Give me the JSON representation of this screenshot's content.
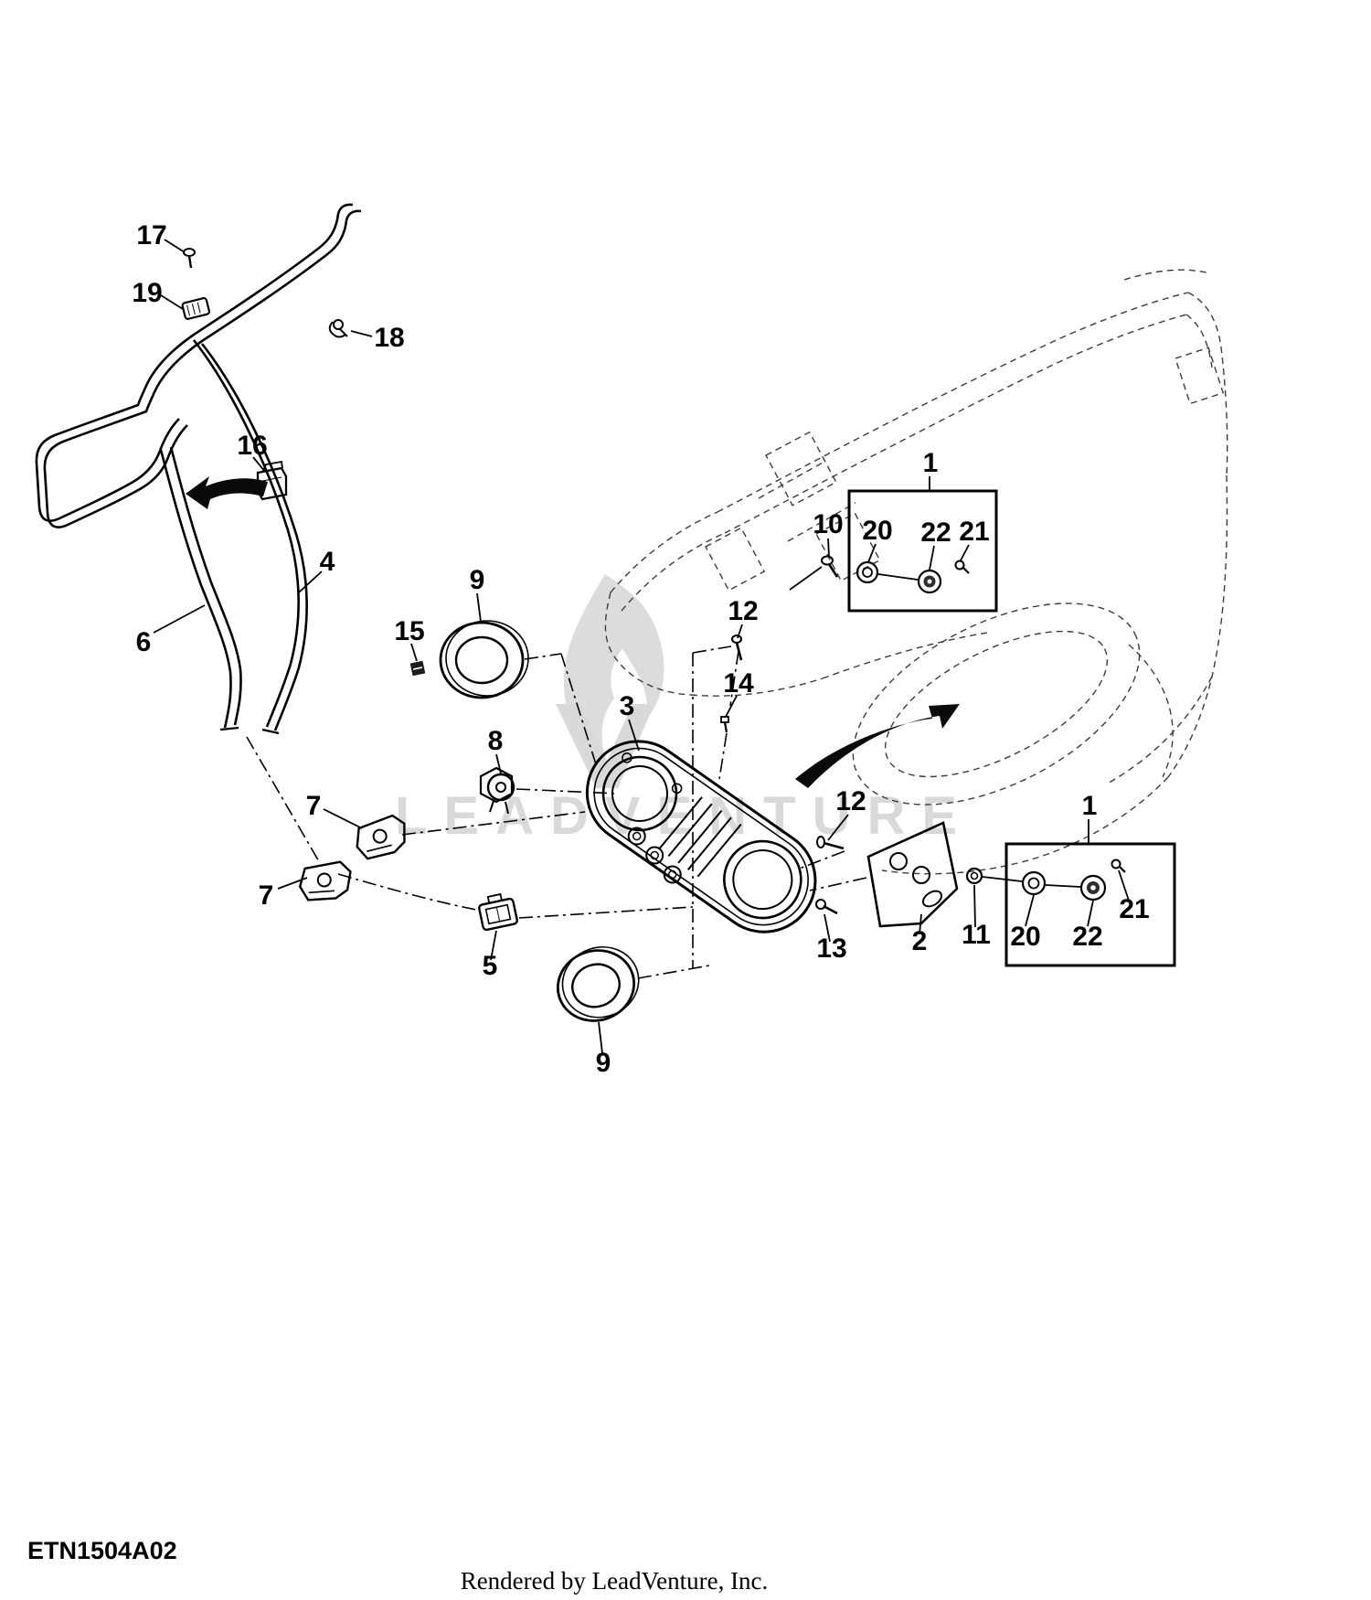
{
  "meta": {
    "diagram_code": "ETN1504A02",
    "footer": "Rendered by LeadVenture, Inc."
  },
  "watermark": {
    "text": "LEADVENTURE"
  },
  "callouts": [
    {
      "text": "17"
    },
    {
      "text": "19"
    },
    {
      "text": "18"
    },
    {
      "text": "16"
    },
    {
      "text": "4"
    },
    {
      "text": "9"
    },
    {
      "text": "15"
    },
    {
      "text": "6"
    },
    {
      "text": "1"
    },
    {
      "text": "10"
    },
    {
      "text": "20"
    },
    {
      "text": "22"
    },
    {
      "text": "21"
    },
    {
      "text": "12"
    },
    {
      "text": "14"
    },
    {
      "text": "3"
    },
    {
      "text": "8"
    },
    {
      "text": "12"
    },
    {
      "text": "7"
    },
    {
      "text": "7"
    },
    {
      "text": "5"
    },
    {
      "text": "13"
    },
    {
      "text": "2"
    },
    {
      "text": "11"
    },
    {
      "text": "20"
    },
    {
      "text": "22"
    },
    {
      "text": "21"
    },
    {
      "text": "1"
    },
    {
      "text": "9"
    }
  ]
}
